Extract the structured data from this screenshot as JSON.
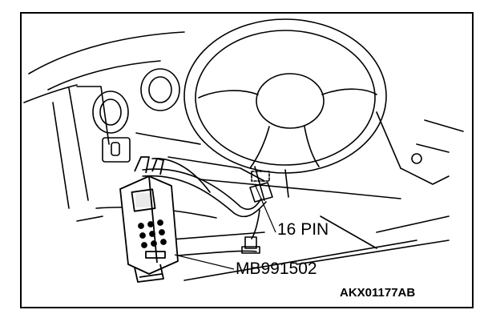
{
  "labels": {
    "connector": "16 PIN",
    "tool": "MB991502",
    "figure_code": "AKX01177AB"
  },
  "colors": {
    "ink": "#000000",
    "paper": "#ffffff"
  }
}
